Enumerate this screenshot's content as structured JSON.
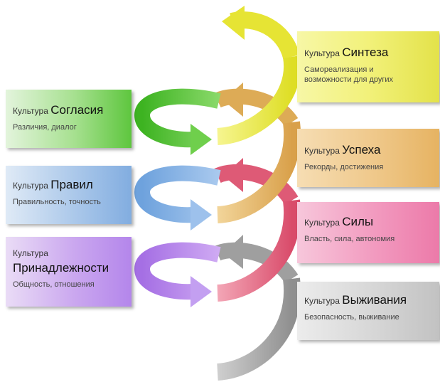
{
  "diagram": {
    "left_cards": [
      {
        "prefix": "Культура",
        "name": "Согласия",
        "subtitle": "Различия, диалог"
      },
      {
        "prefix": "Культура",
        "name": "Правил",
        "subtitle": "Правильность, точность"
      },
      {
        "prefix": "Культура",
        "name": "Принадлежности",
        "subtitle": "Общность, отношения"
      }
    ],
    "right_cards": [
      {
        "prefix": "Культура",
        "name": "Синтеза",
        "subtitle_line1": "Самореализация и",
        "subtitle_line2": "возможности для других"
      },
      {
        "prefix": "Культура",
        "name": "Успеха",
        "subtitle": "Рекорды, достижения"
      },
      {
        "prefix": "Культура",
        "name": "Силы",
        "subtitle": "Власть, сила, автономия"
      },
      {
        "prefix": "Культура",
        "name": "Выживания",
        "subtitle": "Безопасность, выживание"
      }
    ],
    "colors": {
      "green": "#52c42f",
      "blue": "#7faee3",
      "purple": "#b07ee8",
      "yellow": "#e8e63a",
      "orange": "#e2b25e",
      "pink": "#e36a83",
      "gray": "#a9a9a9"
    }
  }
}
